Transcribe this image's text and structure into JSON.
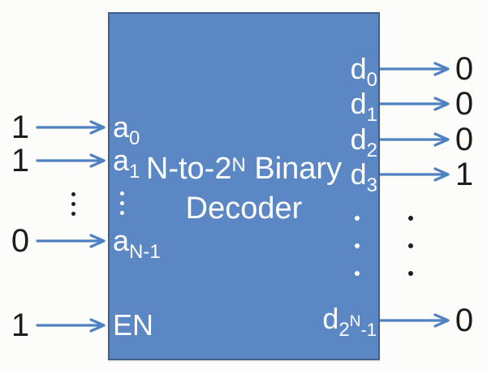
{
  "diagram": {
    "type": "block-diagram",
    "title": {
      "line1_pre": "N-to-2",
      "line1_sup": "N",
      "line1_post": " Binary",
      "line2": "Decoder"
    },
    "inputs": [
      {
        "value": "1",
        "port": "a",
        "sub": "0"
      },
      {
        "value": "1",
        "port": "a",
        "sub": "1"
      },
      {
        "value": "0",
        "port": "a",
        "sub": "N-1"
      },
      {
        "value": "1",
        "port": "EN",
        "sub": ""
      }
    ],
    "outputs": [
      {
        "port": "d",
        "sub": "0",
        "value": "0"
      },
      {
        "port": "d",
        "sub": "1",
        "value": "0"
      },
      {
        "port": "d",
        "sub": "2",
        "value": "0"
      },
      {
        "port": "d",
        "sub": "3",
        "value": "1"
      },
      {
        "port": "d",
        "sub": "2",
        "subsup": "N",
        "sub2": "-1",
        "value": "0"
      }
    ],
    "icons": {
      "arrow": "right-arrow",
      "input_ellipsis_outer": "vertical-ellipsis",
      "input_ellipsis_inner": "vertical-ellipsis",
      "output_ellipsis_inner": "vertical-ellipsis",
      "output_ellipsis_outer": "vertical-ellipsis"
    },
    "colors": {
      "box-fill": "#5B87C5",
      "box-border": "#3E618F",
      "arrow": "#4E81C1",
      "port-text": "#FFFFFF",
      "value-text": "#1C1C1C",
      "page-bg": "#FCFCFB"
    }
  }
}
